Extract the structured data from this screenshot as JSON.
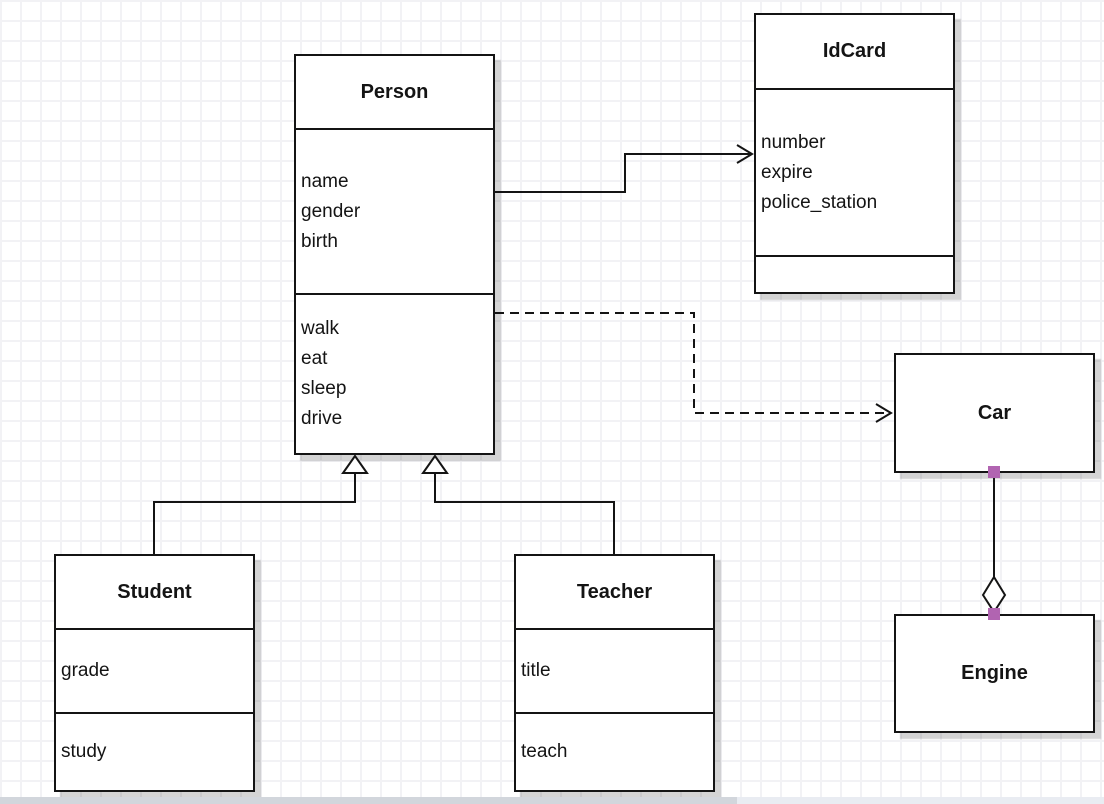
{
  "diagram": {
    "classes": {
      "person": {
        "title": "Person",
        "attributes": [
          "name",
          "gender",
          "birth"
        ],
        "methods": [
          "walk",
          "eat",
          "sleep",
          "drive"
        ]
      },
      "idcard": {
        "title": "IdCard",
        "attributes": [
          "number",
          "expire",
          "police_station"
        ],
        "methods": []
      },
      "student": {
        "title": "Student",
        "attributes": [
          "grade"
        ],
        "methods": [
          "study"
        ]
      },
      "teacher": {
        "title": "Teacher",
        "attributes": [
          "title"
        ],
        "methods": [
          "teach"
        ]
      },
      "car": {
        "title": "Car",
        "attributes": [],
        "methods": []
      },
      "engine": {
        "title": "Engine",
        "attributes": [],
        "methods": []
      }
    },
    "relationships": [
      {
        "type": "association",
        "from": "Person",
        "to": "IdCard",
        "line": "solid",
        "marker": "open-arrow"
      },
      {
        "type": "dependency",
        "from": "Person",
        "to": "Car",
        "line": "dashed",
        "marker": "open-arrow"
      },
      {
        "type": "generalization",
        "from": "Student",
        "to": "Person",
        "line": "solid",
        "marker": "hollow-triangle"
      },
      {
        "type": "generalization",
        "from": "Teacher",
        "to": "Person",
        "line": "solid",
        "marker": "hollow-triangle"
      },
      {
        "type": "aggregation",
        "from": "Car",
        "to": "Engine",
        "line": "solid",
        "marker": "hollow-diamond",
        "endpoint_handles": true
      }
    ],
    "colors": {
      "handle": "#b164b1",
      "box_border": "#141414",
      "box_fill": "#ffffff",
      "grid_line": "#f2f2f5",
      "canvas": "#ffffff",
      "scrollbar_thumb": "#d2d6dc",
      "scrollbar_track": "#e9ecf2"
    }
  }
}
